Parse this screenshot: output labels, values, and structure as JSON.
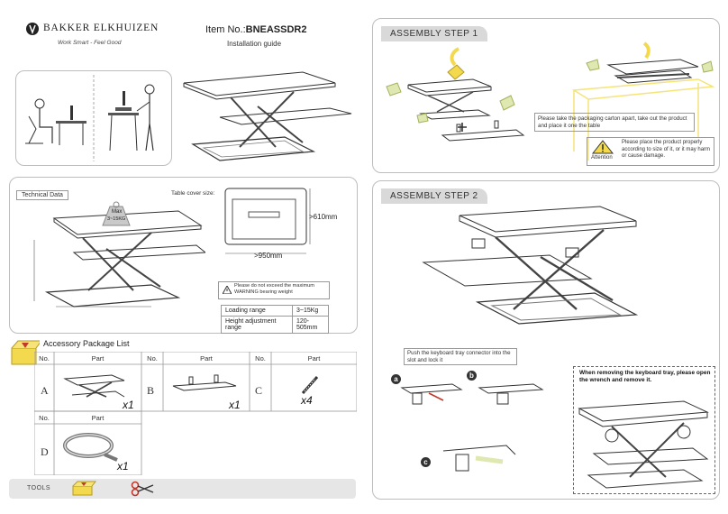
{
  "brand": {
    "name": "BAKKER ELKHUIZEN",
    "tagline": "Work Smart - Feel Good"
  },
  "header": {
    "item_prefix": "Item No.:",
    "item_no": "BNEASSDR2",
    "subtitle": "Installation guide"
  },
  "technical": {
    "label": "Technical Data",
    "cover_label": "Table cover size:",
    "depth": ">610mm",
    "width": ">950mm",
    "max_badge_top": "Max",
    "max_badge_val": "3~15KG",
    "warning": "Please do not exceed the maximum WARNING bearing weight",
    "specs": [
      {
        "name": "Loading range",
        "value": "3~15Kg"
      },
      {
        "name": "Height adjustment range",
        "value": "120-505mm"
      }
    ]
  },
  "accessory": {
    "title": "Accessory Package List",
    "col_no": "No.",
    "col_part": "Part",
    "items": [
      {
        "letter": "A",
        "qty": "x1"
      },
      {
        "letter": "B",
        "qty": "x1"
      },
      {
        "letter": "C",
        "qty": "x4"
      },
      {
        "letter": "D",
        "qty": "x1"
      }
    ],
    "tools_label": "TOOLS"
  },
  "step1": {
    "title": "ASSEMBLY STEP 1",
    "instruction": "Please take the packaging carton apart, take out the product and place it one the table",
    "attention_label": "Attention",
    "attention_text": "Please place the product properly according to size of it, or it may harm or cause damage."
  },
  "step2": {
    "title": "ASSEMBLY STEP 2",
    "push_text": "Push the keyboard tray connector into the slot and lock it",
    "remove_text": "When removing the keyboard tray, please open the wrench and remove it.",
    "badges": [
      "a",
      "b",
      "c"
    ]
  },
  "colors": {
    "panel_border": "#bdbdbd",
    "tag_bg": "#d9d9d9",
    "accent_yellow": "#f2d94e",
    "accent_red": "#c0392b",
    "footer_bg": "#e6e6e6"
  }
}
